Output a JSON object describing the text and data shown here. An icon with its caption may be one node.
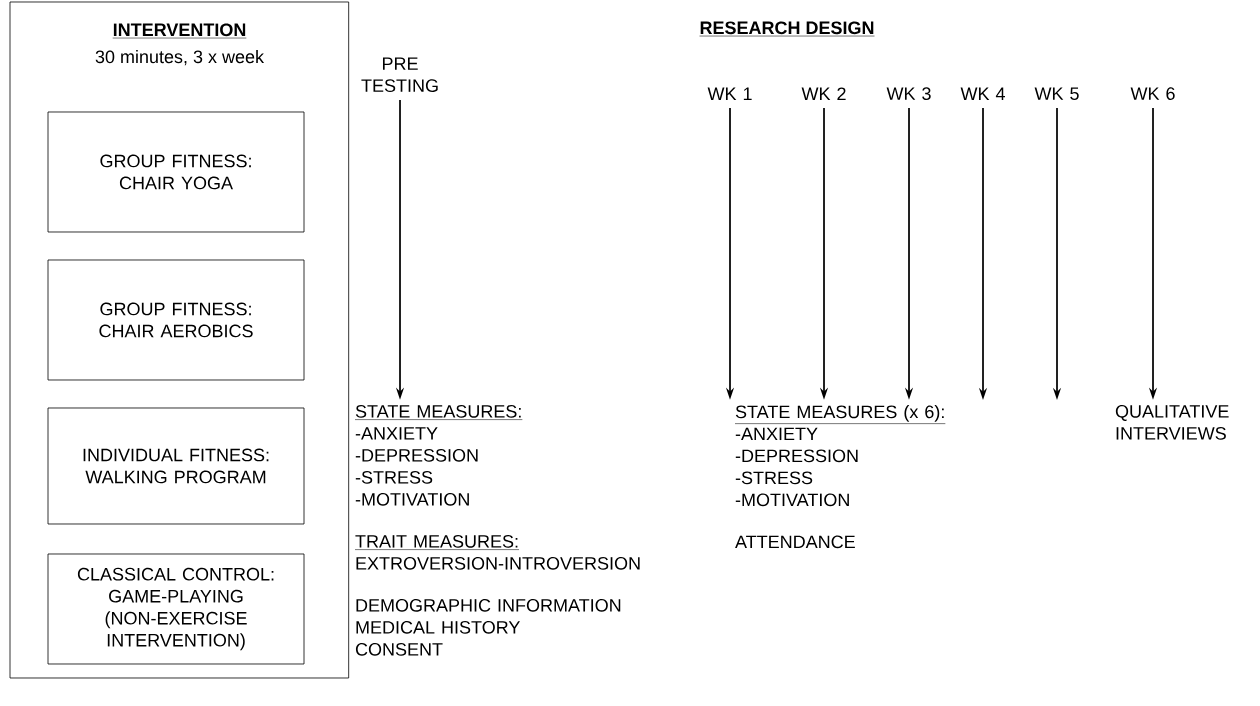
{
  "diagram": {
    "title": "RESEARCH DESIGN",
    "nodes": [
      {
        "text": [
          "INTERVENTION",
          "30 minutes, 3 x week"
        ]
      },
      {
        "text": [
          "GROUP FITNESS: CHAIR YOGA"
        ],
        "in": 0
      },
      {
        "text": [
          "GROUP FITNESS: CHAIR AEROBICS"
        ],
        "in": 0
      },
      {
        "text": [
          "INDIVIDUAL FITNESS: WALKING PROGRAM"
        ],
        "in": 0
      },
      {
        "text": [
          "CLASSICAL CONTROL: GAME-PLAYING (NON-EXERCISE INTERVENTION)"
        ],
        "in": 0
      },
      {
        "text": [
          "PRE TESTING"
        ]
      },
      {
        "text": [
          "WK 1"
        ]
      },
      {
        "text": [
          "WK 2"
        ]
      },
      {
        "text": [
          "WK 3"
        ]
      },
      {
        "text": [
          "WK 4"
        ]
      },
      {
        "text": [
          "WK 5"
        ]
      },
      {
        "text": [
          "WK 6"
        ]
      },
      {
        "text": [
          "STATE MEASURES:",
          "-ANXIETY",
          "-DEPRESSION",
          "-STRESS",
          "-MOTIVATION",
          "TRAIT MEASURES:",
          "EXTROVERSION-INTROVERSION",
          "DEMOGRAPHIC INFORMATION",
          "MEDICAL HISTORY",
          "CONSENT"
        ]
      },
      {
        "text": [
          "STATE MEASURES (x 6):",
          "-ANXIETY",
          "-DEPRESSION",
          "-STRESS",
          "-MOTIVATION",
          "ATTENDANCE"
        ]
      },
      {
        "text": [
          "QUALITATIVE INTERVIEWS"
        ]
      }
    ],
    "edges": [
      {
        "from": 5,
        "to": 12,
        "arrow": "to"
      },
      {
        "from": 6,
        "to": 13,
        "arrow": "to"
      },
      {
        "from": 7,
        "to": 13,
        "arrow": "to"
      },
      {
        "from": 8,
        "to": 13,
        "arrow": "to"
      },
      {
        "from": 9,
        "to": null,
        "arrow": "to"
      },
      {
        "from": 10,
        "to": null,
        "arrow": "to"
      },
      {
        "from": 11,
        "to": 14,
        "arrow": "to"
      }
    ]
  }
}
